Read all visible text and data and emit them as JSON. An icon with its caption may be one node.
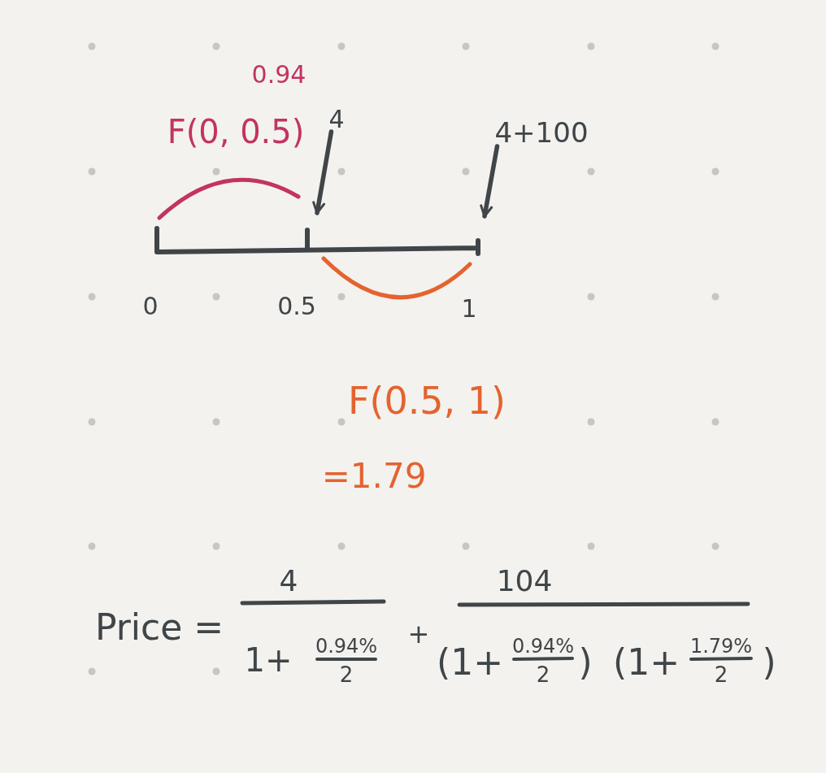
{
  "diagram": {
    "nodes": [
      {
        "text": [
          "4"
        ]
      },
      {
        "text": [
          "4+100"
        ]
      }
    ],
    "edges": [
      {
        "from": 0,
        "to": null,
        "arrow": "to"
      },
      {
        "from": 1,
        "to": null,
        "arrow": "to"
      }
    ],
    "labels": [
      "0.94",
      "F(0, 0.5)",
      "0",
      "0.5",
      "1",
      "F(0.5, 1)",
      "=1.79",
      "Price =",
      "4",
      "1+",
      "0.94%",
      "2",
      "+",
      "104",
      "(1+",
      "0.94%",
      "2",
      ")",
      "(1+",
      "1.79%",
      "2",
      ")"
    ]
  }
}
